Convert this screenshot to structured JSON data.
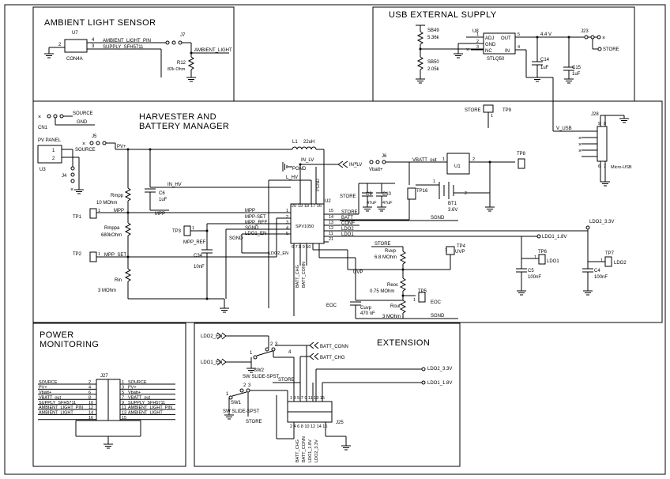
{
  "sections": {
    "ambient": "AMBIENT  LIGHT  SENSOR",
    "usb": "USB  EXTERNAL  SUPPLY",
    "harvester_1": "HARVESTER AND",
    "harvester_2": "BATTERY MANAGER",
    "power_1": "POWER",
    "power_2": "MONITORING",
    "extension": "EXTENSION"
  },
  "ambient": {
    "u7": "U7",
    "con4a": "CON4A",
    "pin2": "2",
    "pin4": "4",
    "pin3": "3",
    "net_pin": "AMBIENT_LIGHT_PIN",
    "net_supply": "SUPPLY_SFH5711",
    "j7": "J7",
    "r12": "R12",
    "r12_val": "82k Ohm",
    "net_out": "AMBIENT_LIGHT"
  },
  "usb": {
    "sb49": "SB49",
    "sb49_val": "5.36k",
    "sb50": "SB50",
    "sb50_val": "2.05k",
    "u8": "U8",
    "pin_adj": "ADJ",
    "pin_gnd": "GND",
    "pin_nc": "NC",
    "pin_out": "OUT",
    "pin_in": "IN",
    "pin1": "1",
    "pin2": "2",
    "pin3": "3",
    "pin5": "5",
    "pin4": "4",
    "part": "STLQ50",
    "v44": "4.4 V",
    "j23": "J23",
    "store": "STORE",
    "c14": "C14",
    "c14_val": "1uF",
    "c15": "C15",
    "c15_val": "1uF"
  },
  "harvester": {
    "tp9": "TP9",
    "store_tp9": "STORE",
    "tp9_pin": "1",
    "source": "SOURCE",
    "gnd": "GND",
    "cn1": "CN1",
    "pv_panel": "PV PANEL",
    "u3": "U3",
    "pv_pin1": "1",
    "pv_pin2": "2",
    "j4": "J4",
    "j5": "J5",
    "source_j5": "SOURCE",
    "pvplus": "PV+",
    "l1": "L1",
    "l1_val": "22uH",
    "in_lv": "IN_LV",
    "in_lv_arrow": "IN_LV",
    "pgnd": "PGND",
    "l_hv": "L_HV",
    "j6": "J6",
    "vbatt_plus": "Vbatt+",
    "vbatt_out": "VBATT_out",
    "u1": "U1",
    "u1_p1": "1",
    "u1_p2": "2",
    "tp8": "TP8",
    "store_c9": "STORE",
    "c9": "C9",
    "c9_val": "47uF",
    "c10": "C10",
    "c10_val": "47uF",
    "tp16": "TP16",
    "bt1": "BT1",
    "bt1_val": "3.6V",
    "bt_p1": "1",
    "bt_p2": "2",
    "j28": "J28",
    "v_usb": "V_USB",
    "micro_usb": "Micro-USB",
    "j28_p9": "9",
    "j28_p8": "8",
    "j28_p6": "6",
    "j28_p7": "7",
    "in_hv": "IN_HV",
    "c6": "C6",
    "c6_val": "1uF",
    "rmpp": "Rmpp",
    "rmpp_val": "10 MOhm",
    "mpp": "MPP",
    "mpp2": "MPP",
    "tp1": "TP1",
    "tp1_pin": "1",
    "rmppa": "Rmppa",
    "rmppa_val": "680kOhm",
    "tp2": "TP2",
    "tp2_pin": "1",
    "mpp_set": "MPP_SET",
    "rin": "Rin",
    "rin_val": "3 MOhm",
    "tp3": "TP3",
    "tp3_pin": "1",
    "mpp_ref": "MPP_REF",
    "c34": "C34",
    "c34_val": "10nF",
    "sgnd": "SGND",
    "u2": "U2",
    "u2_part": "SPV1050",
    "u2_top_20": "20",
    "u2_top_19": "19",
    "u2_top_18": "18",
    "u2_top_17": "17",
    "u2_top_16": "16",
    "u2_l_mpp": "MPP",
    "u2_l_mppset": "MPP-SET",
    "u2_l_mppref": "MPP_REF",
    "u2_l_sgnd": "SGND",
    "u2_l_ldo1en": "LDO1_EN",
    "u2_lp1": "1",
    "u2_lp2": "2",
    "u2_lp3": "3",
    "u2_lp4": "4",
    "u2_lp5": "5",
    "u2_r_store": "STORE",
    "u2_r_batt": "BATT",
    "u2_r_conf": "CONF",
    "u2_r_ldo2": "LDO2",
    "u2_r_ldo1": "LDO1",
    "u2_rp15": "15",
    "u2_rp14": "14",
    "u2_rp13": "13",
    "u2_rp12": "12",
    "u2_rp11": "11",
    "u2_rp21": "21",
    "u2_bottom": "6 7 8 9 10",
    "sgnd_top": "SGND",
    "ldo2_3v3": "LDO2_3.3V",
    "ldo1_1v8": "LDO1_1.8V",
    "store_ruvp": "STORE",
    "ruvp": "Ruvp",
    "ruvp_val": "6.8 MOhm",
    "tp4": "TP4",
    "tp4_pin": "1",
    "uvp_tp4": "UVP",
    "tp6": "TP6",
    "tp6_pin": "1",
    "ldo1_tp": "LDO1",
    "tp7": "TP7",
    "tp7_pin": "1",
    "ldo2_tp": "LDO2",
    "c5": "C5",
    "c5_val": "100nF",
    "c4": "C4",
    "c4_val": "100nF",
    "uvp": "UVP",
    "reoc": "Reoc",
    "reoc_val": "0.75 MOhm",
    "tp5": "TP5",
    "tp5_pin": "1",
    "eoc_tp5": "EOC",
    "eoc": "EOC",
    "cuvp": "Cuvp",
    "cuvp_val": "470 nF",
    "rout": "Rout",
    "rout_val": "3 MOhm",
    "sgnd_bottom": "SGND",
    "ldo2_en": "LDO2_EN",
    "batt_conn": "BATT_CONN",
    "batt_chg": "BATT_CHG"
  },
  "power": {
    "j27": "J27",
    "left_labels": [
      "SOURCE",
      "PV+",
      "Vbatt+",
      "VBATT_out",
      "SUPPLY_SFH5711",
      "AMBIENT_LIGHT_PIN",
      "AMBIENT_LIGHT",
      ""
    ],
    "right_labels": [
      "SOURCE",
      "PV+",
      "Vbatt+",
      "VBATT_out",
      "SUPPLY_SFH5711",
      "AMBIENT_LIGHT_PIN",
      "AMBIENT_LIGHT",
      ""
    ],
    "left_pins": [
      "2",
      "4",
      "6",
      "8",
      "10",
      "12",
      "14",
      "16"
    ],
    "right_pins": [
      "1",
      "3",
      "5",
      "7",
      "9",
      "11",
      "13",
      "15"
    ]
  },
  "extension": {
    "ldo2_en": "LDO2_EN",
    "ldo1_en": "LDO1_EN",
    "sw2": "SW2",
    "sw2_type": "SW SLIDE-SPST",
    "sw2_p1": "1",
    "sw2_p2": "2",
    "sw2_p3": "3",
    "sw2_p4": "4",
    "batt_conn": "BATT_CONN",
    "batt_chg": "BATT_CHG",
    "store": "STORE",
    "ldo2_3v3": "LDO2_3.3V",
    "ldo1_1v8": "LDO1_1.8V",
    "sw1": "SW1",
    "sw1_type": "SW SLIDE-SPST",
    "sw1_p1": "1",
    "sw1_p2": "2",
    "sw1_p3": "3",
    "store_sw1": "STORE",
    "j25": "J25",
    "j25_top": "1 3 5 7 9 11 13 15",
    "j25_bottom": "2 4 6 8 10 12 14 16",
    "j25_v1": "BATT_CHG",
    "j25_v2": "BATT_CONN",
    "j25_v3": "LDO1_1.8V",
    "j25_v4": "LDO2_3.3V"
  }
}
